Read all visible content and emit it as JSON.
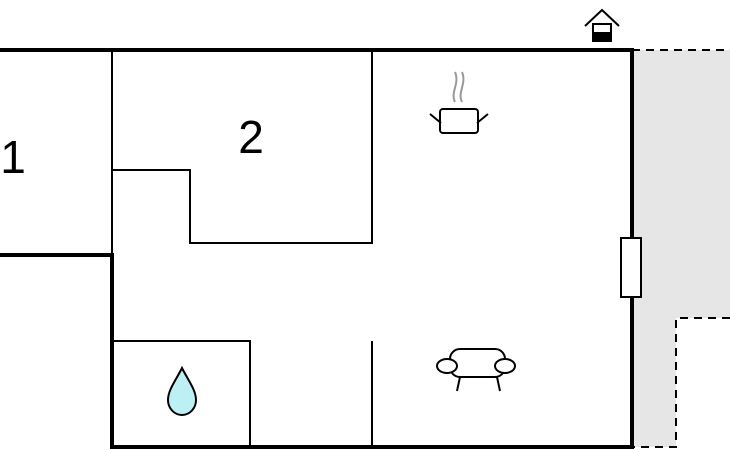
{
  "floorplan": {
    "rooms": [
      {
        "id": "room-1",
        "label": "1"
      },
      {
        "id": "room-2",
        "label": "2"
      }
    ],
    "icons": [
      {
        "name": "entrance-house-icon",
        "meaning": "entrance"
      },
      {
        "name": "kitchen-pot-icon",
        "meaning": "kitchen"
      },
      {
        "name": "bathroom-water-drop-icon",
        "meaning": "bathroom"
      },
      {
        "name": "living-room-sofa-icon",
        "meaning": "living room"
      }
    ],
    "colors": {
      "wall": "#000000",
      "outdoor_area": "#e6e6e6",
      "water_drop": "#bdf0f5"
    }
  }
}
